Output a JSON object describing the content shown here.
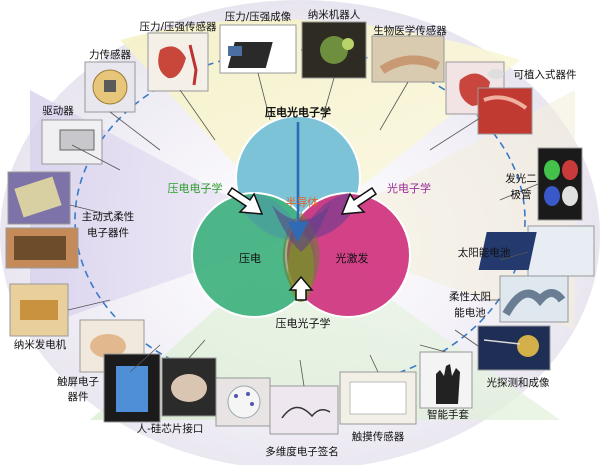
{
  "colors": {
    "circle_top": "#7cc3d8",
    "circle_left": "#3fb27f",
    "circle_right": "#d0347f",
    "overlap_center": "#5a3e8a",
    "label_green": "#2e9c2e",
    "label_purple": "#9a2d9a",
    "label_orange": "#e0622a",
    "dashed": "#3a79c8"
  },
  "venn": {
    "top_title": "压电光电子学",
    "left_title": "压电电子学",
    "right_title": "光电子学",
    "bottom_title": "压电光子学",
    "semiconductor": "半导体",
    "piezo": "压电",
    "photoexcite": "光激发"
  },
  "applications": [
    {
      "label": "力传感器",
      "icon": "force-sensor-photo"
    },
    {
      "label": "压力/压强传感器",
      "icon": "pressure-sensor-photo"
    },
    {
      "label": "压力/压强成像",
      "icon": "pressure-imaging-photo"
    },
    {
      "label": "纳米机器人",
      "icon": "nanorobot-photo"
    },
    {
      "label": "生物医学传感器",
      "icon": "biomedical-sensor-photo"
    },
    {
      "label": "可植入式器件",
      "icon": "implantable-device-photo"
    },
    {
      "label": "驱动器",
      "icon": "actuator-photo"
    },
    {
      "label": "发光二极管",
      "icon": "led-photo"
    },
    {
      "label": "主动式柔性电子器件",
      "icon": "flexible-electronics-photo"
    },
    {
      "label": "太阳能电池",
      "icon": "solar-cell-photo"
    },
    {
      "label": "柔性太阳能电池",
      "icon": "flexible-solar-cell-photo"
    },
    {
      "label": "纳米发电机",
      "icon": "nanogenerator-photo"
    },
    {
      "label": "光探测和成像",
      "icon": "photodetector-photo"
    },
    {
      "label": "触屏电子器件",
      "icon": "touchscreen-photo"
    },
    {
      "label": "智能手套",
      "icon": "smart-glove-photo"
    },
    {
      "label": "人-硅芯片接口",
      "icon": "brain-chip-interface-photo"
    },
    {
      "label": "触摸传感器",
      "icon": "touch-sensor-photo"
    },
    {
      "label": "多维度电子签名",
      "icon": "e-signature-photo"
    }
  ]
}
